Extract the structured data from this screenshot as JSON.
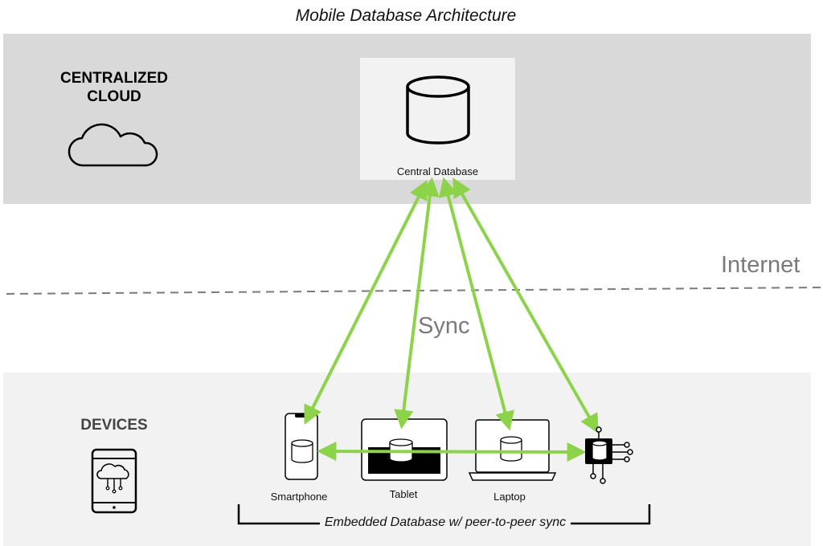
{
  "title": "Mobile Database Architecture",
  "cloud_zone": {
    "label_line1": "CENTRALIZED",
    "label_line2": "CLOUD",
    "icon": "cloud-icon"
  },
  "central_db": {
    "label": "Central Database",
    "icon": "database-icon"
  },
  "internet_label": "Internet",
  "sync_label": "Sync",
  "devices_zone": {
    "label": "DEVICES",
    "icon": "tablet-cloud-icon"
  },
  "devices": [
    {
      "label": "Smartphone",
      "icon": "smartphone-icon"
    },
    {
      "label": "Tablet",
      "icon": "tablet-icon"
    },
    {
      "label": "Laptop",
      "icon": "laptop-icon"
    },
    {
      "label": "",
      "icon": "iot-chip-icon"
    }
  ],
  "footer": "Embedded Database w/ peer-to-peer sync",
  "colors": {
    "arrow": "#8dd34a",
    "cloud_band": "#d9d9d9",
    "device_band": "#f2f2f2",
    "muted_text": "#7a7a7a"
  }
}
